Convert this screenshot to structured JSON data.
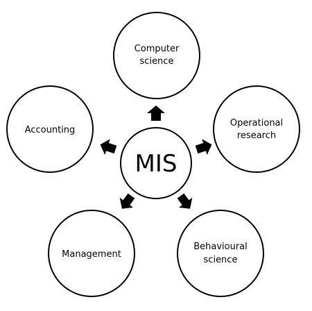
{
  "center": {
    "label": "MIS"
  },
  "nodes": [
    {
      "id": "computer-science",
      "lines": [
        "Computer",
        "science"
      ]
    },
    {
      "id": "operational-research",
      "lines": [
        "Operational",
        "research"
      ]
    },
    {
      "id": "behavioural-science",
      "lines": [
        "Behavioural",
        "science"
      ]
    },
    {
      "id": "management",
      "lines": [
        "Management"
      ]
    },
    {
      "id": "accounting",
      "lines": [
        "Accounting"
      ]
    }
  ]
}
